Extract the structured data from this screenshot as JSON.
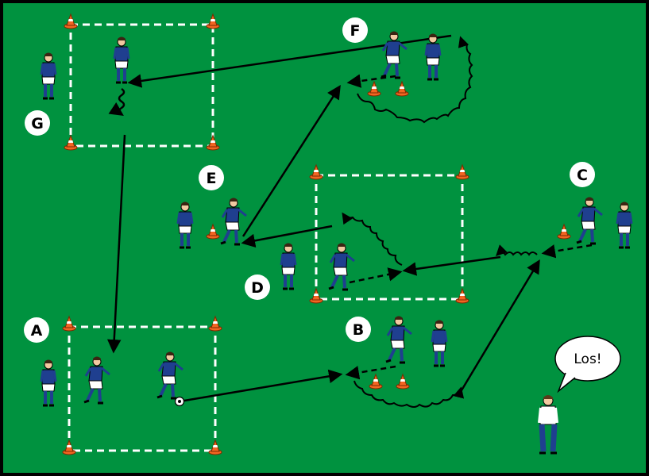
{
  "stations": {
    "a": "A",
    "b": "B",
    "c": "C",
    "d": "D",
    "e": "E",
    "f": "F",
    "g": "G"
  },
  "coach": {
    "speech": "Los!"
  },
  "colors": {
    "pitch": "#00923f",
    "jersey": "#1f3f8f",
    "cone": "#f26522",
    "line": "#ffffff",
    "arrow": "#000000"
  }
}
